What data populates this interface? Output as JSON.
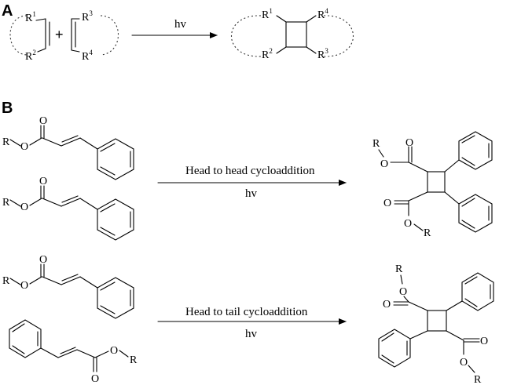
{
  "panels": {
    "a": {
      "label": "A",
      "arrow_label": "hv",
      "plus": "+",
      "substituent_prefix": "R",
      "superscripts": [
        "1",
        "2",
        "3",
        "4"
      ]
    },
    "b": {
      "label": "B",
      "reaction_1": {
        "label": "Head to head cycloaddition",
        "condition": "hv"
      },
      "reaction_2": {
        "label": "Head to tail cycloaddition",
        "condition": "hv"
      },
      "atoms": {
        "oxygen": "O",
        "r_group": "R"
      }
    }
  }
}
